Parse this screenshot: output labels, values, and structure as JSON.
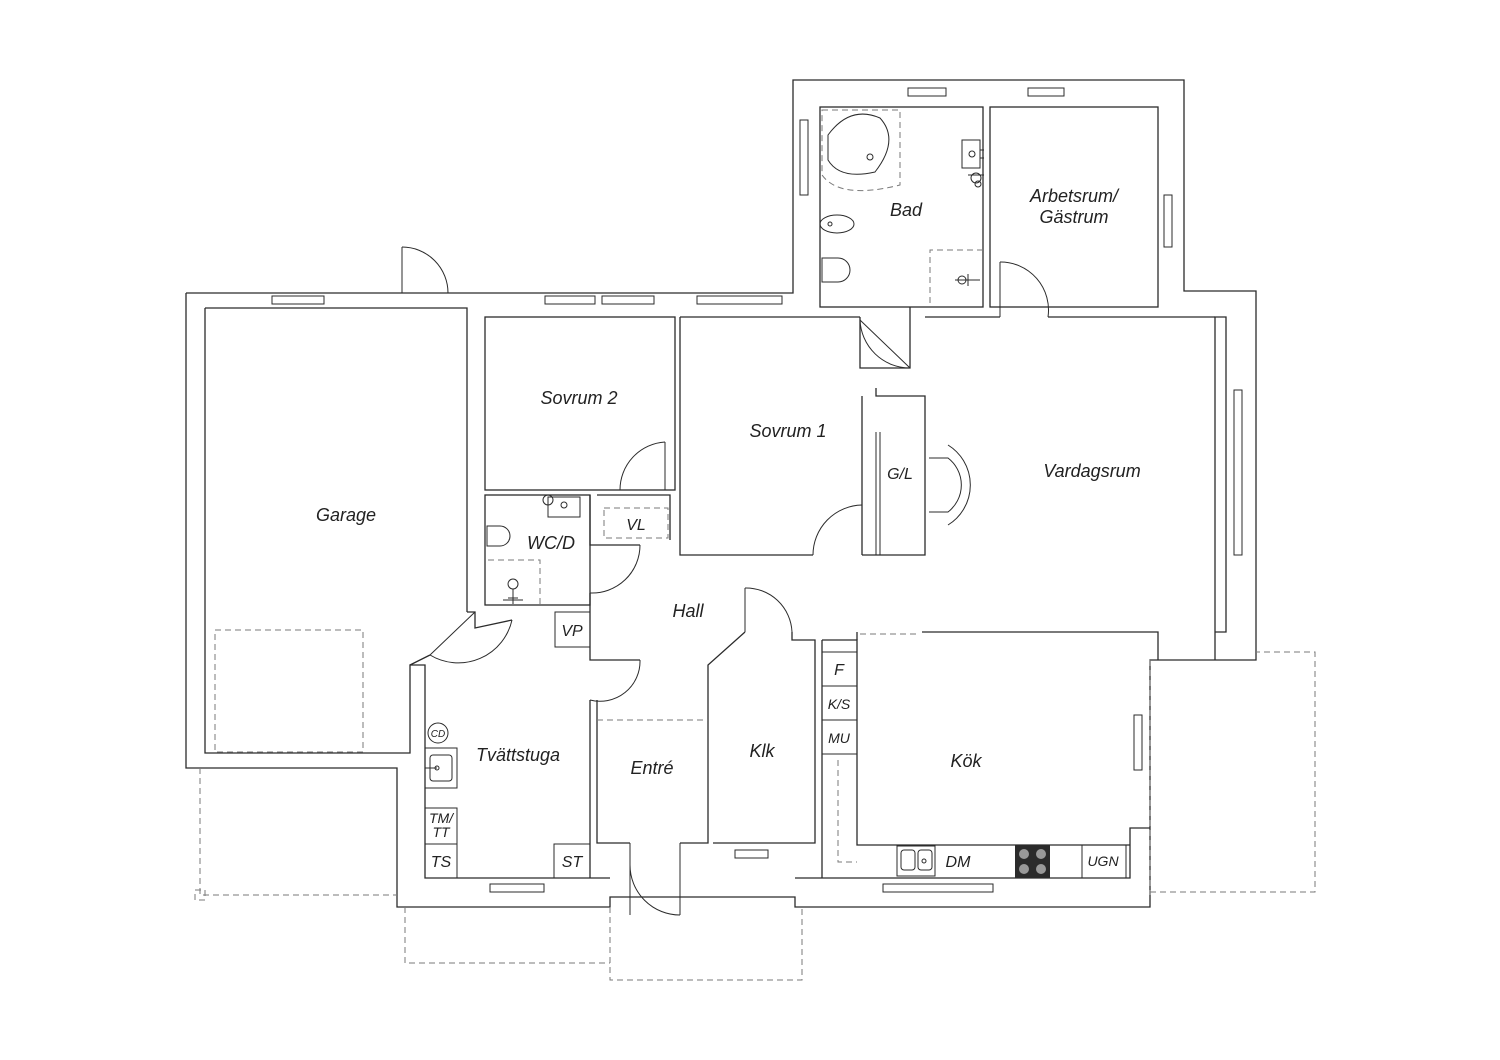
{
  "rooms": {
    "garage": "Garage",
    "sovrum2": "Sovrum 2",
    "sovrum1": "Sovrum 1",
    "bad": "Bad",
    "arbetsrum_line1": "Arbetsrum/",
    "arbetsrum_line2": "Gästrum",
    "vardagsrum": "Vardagsrum",
    "wc": "WC/D",
    "hall": "Hall",
    "tvattstuga": "Tvättstuga",
    "entre": "Entré",
    "klk": "Klk",
    "kok": "Kök"
  },
  "fixtures": {
    "vl": "VL",
    "gl": "G/L",
    "vp": "VP",
    "cd": "CD",
    "tm_line1": "TM/",
    "tm_line2": "TT",
    "ts": "TS",
    "st": "ST",
    "f": "F",
    "ks": "K/S",
    "mu": "MU",
    "dm": "DM",
    "ugn": "UGN"
  }
}
